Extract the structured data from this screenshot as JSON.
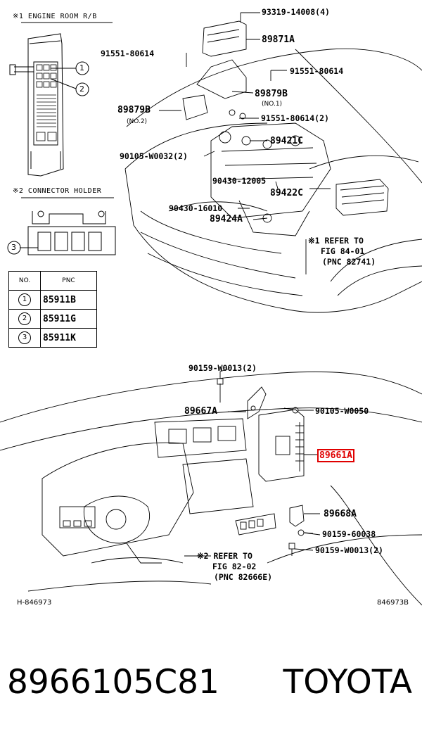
{
  "insets": {
    "engine_room_title": "※1 ENGINE ROOM R/B",
    "connector_holder_title": "※2 CONNECTOR HOLDER",
    "callouts": [
      "1",
      "2",
      "3"
    ]
  },
  "table": {
    "headers": [
      "NO.",
      "PNC"
    ],
    "rows": [
      {
        "no": "1",
        "pnc": "85911B"
      },
      {
        "no": "2",
        "pnc": "85911G"
      },
      {
        "no": "3",
        "pnc": "85911K"
      }
    ]
  },
  "labels": {
    "l93319": "93319-14008(4)",
    "l89871a": "89871A",
    "l91551_a": "91551-80614",
    "l91551_b": "91551-80614",
    "l89879b_top": "89879B",
    "l89879b_top_note": "(NO.1)",
    "l89879b_left": "89879B",
    "l89879b_left_note": "(NO.2)",
    "l91551_c": "91551-80614(2)",
    "l89421c": "89421C",
    "l90105_w0032": "90105-W0032(2)",
    "l90430_12005": "90430-12005",
    "l89422c": "89422C",
    "l90430_16010": "90430-16010",
    "l89424a": "89424A",
    "refer1_line1": "※1 REFER TO",
    "refer1_line2": "FIG 84-01",
    "refer1_line3": "(PNC 82741)",
    "l90159_w0013_top": "90159-W0013(2)",
    "l89667a": "89667A",
    "l90105_w0050": "90105-W0050",
    "l89661a": "89661A",
    "l89668a": "89668A",
    "l90159_60038": "90159-60038",
    "l90159_w0013_bot": "90159-W0013(2)",
    "refer2_line1": "※2 REFER TO",
    "refer2_line2": "FIG 82-02",
    "refer2_line3": "(PNC 82666E)",
    "fig_id_left": "H-846973",
    "fig_id_right": "846973B"
  },
  "footer": {
    "part_number": "8966105C81",
    "brand": "TOYOTA"
  },
  "colors": {
    "highlight": "#e00000",
    "line": "#000000"
  }
}
